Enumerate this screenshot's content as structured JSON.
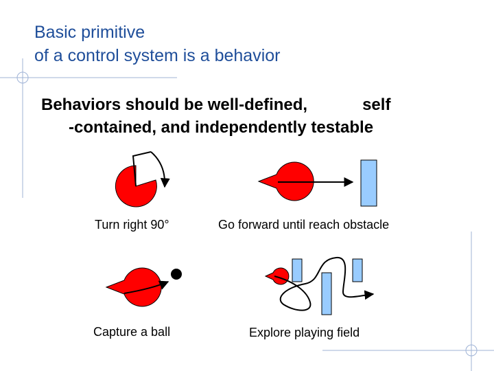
{
  "slide": {
    "title_line1": "Basic primitive",
    "title_line2": "of a control system is a behavior",
    "subtitle_part1": "Behaviors should be well-defined,",
    "subtitle_part2": "self",
    "subtitle_line2": "-contained, and independently testable",
    "accent_color": "#1f4e9a",
    "decoration_color": "#9fb3d6"
  },
  "behaviors": [
    {
      "label": "Turn right 90°"
    },
    {
      "label": "Go forward until reach obstacle"
    },
    {
      "label": "Capture a ball"
    },
    {
      "label": "Explore playing field"
    }
  ],
  "colors": {
    "robot": "#ff0000",
    "obstacle": "#99ccff",
    "ball": "#000000"
  }
}
